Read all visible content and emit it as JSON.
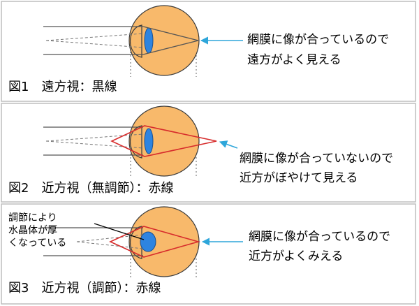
{
  "colors": {
    "eye_fill": "#F8B96B",
    "eye_stroke": "#3a3a3a",
    "lens_fill": "#2E84E0",
    "cornea_fill": "#F8B96B",
    "black_ray": "#555555",
    "red_ray": "#D72C2C",
    "arrow": "#2EA6DA",
    "box_border": "#bdbdbd"
  },
  "panels": [
    {
      "caption": "図1　遠方視：黒線",
      "note_lines": [
        "網膜に像が合っているので",
        "遠方がよく見える"
      ],
      "lens": "thin",
      "rays": "black",
      "focus": "retina"
    },
    {
      "caption": "図2　近方視（無調節）：赤線",
      "note_lines": [
        "網膜に像が合っていないので",
        "近方がぼやけて見える"
      ],
      "lens": "thin",
      "rays": "red",
      "focus": "behind-retina"
    },
    {
      "caption": "図3　近方視（調節）：赤線",
      "note_lines": [
        "網膜に像が合っているので",
        "近方がよくみえる"
      ],
      "lens": "thick",
      "rays": "red",
      "focus": "retina",
      "annotation_lines": [
        "調節により",
        "水晶体が厚",
        "くなっている"
      ]
    }
  ]
}
